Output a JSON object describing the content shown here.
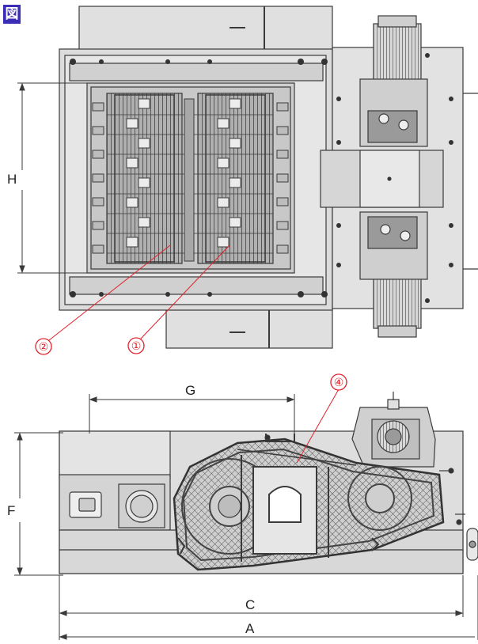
{
  "figure_badge": "図",
  "dimensions": {
    "h": "H",
    "g": "G",
    "f": "F",
    "c": "C",
    "a": "A"
  },
  "callouts": {
    "c1": "①",
    "c2": "②",
    "c4": "④"
  },
  "colors": {
    "line": "#3a3a3a",
    "panel": "#dadada",
    "panel_dark": "#8c8c8c",
    "callout": "#e0202a",
    "badge": "#3b2db5"
  }
}
